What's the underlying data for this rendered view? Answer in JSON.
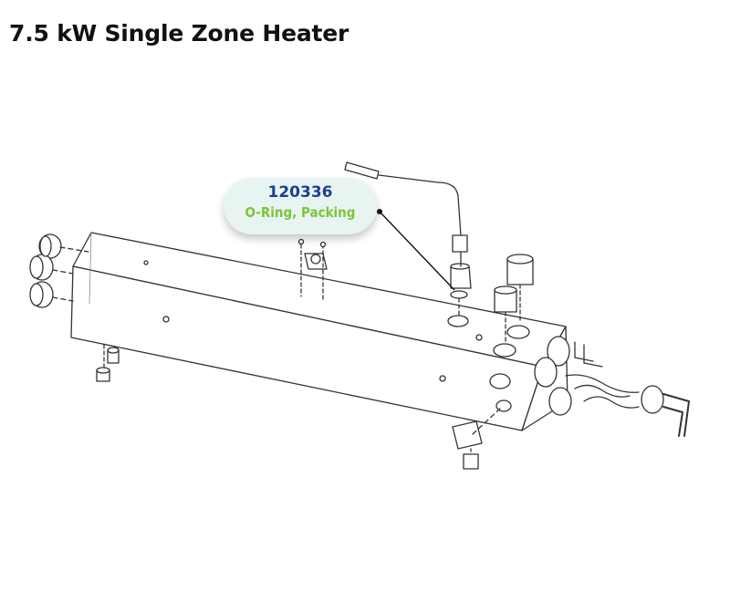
{
  "title": "7.5 kW Single Zone Heater",
  "callout": {
    "part_number": "120336",
    "part_name": "O-Ring, Packing"
  },
  "colors": {
    "part_number": "#1f3f8f",
    "part_name": "#7cc53c",
    "callout_bg": "#e8f4f1"
  }
}
